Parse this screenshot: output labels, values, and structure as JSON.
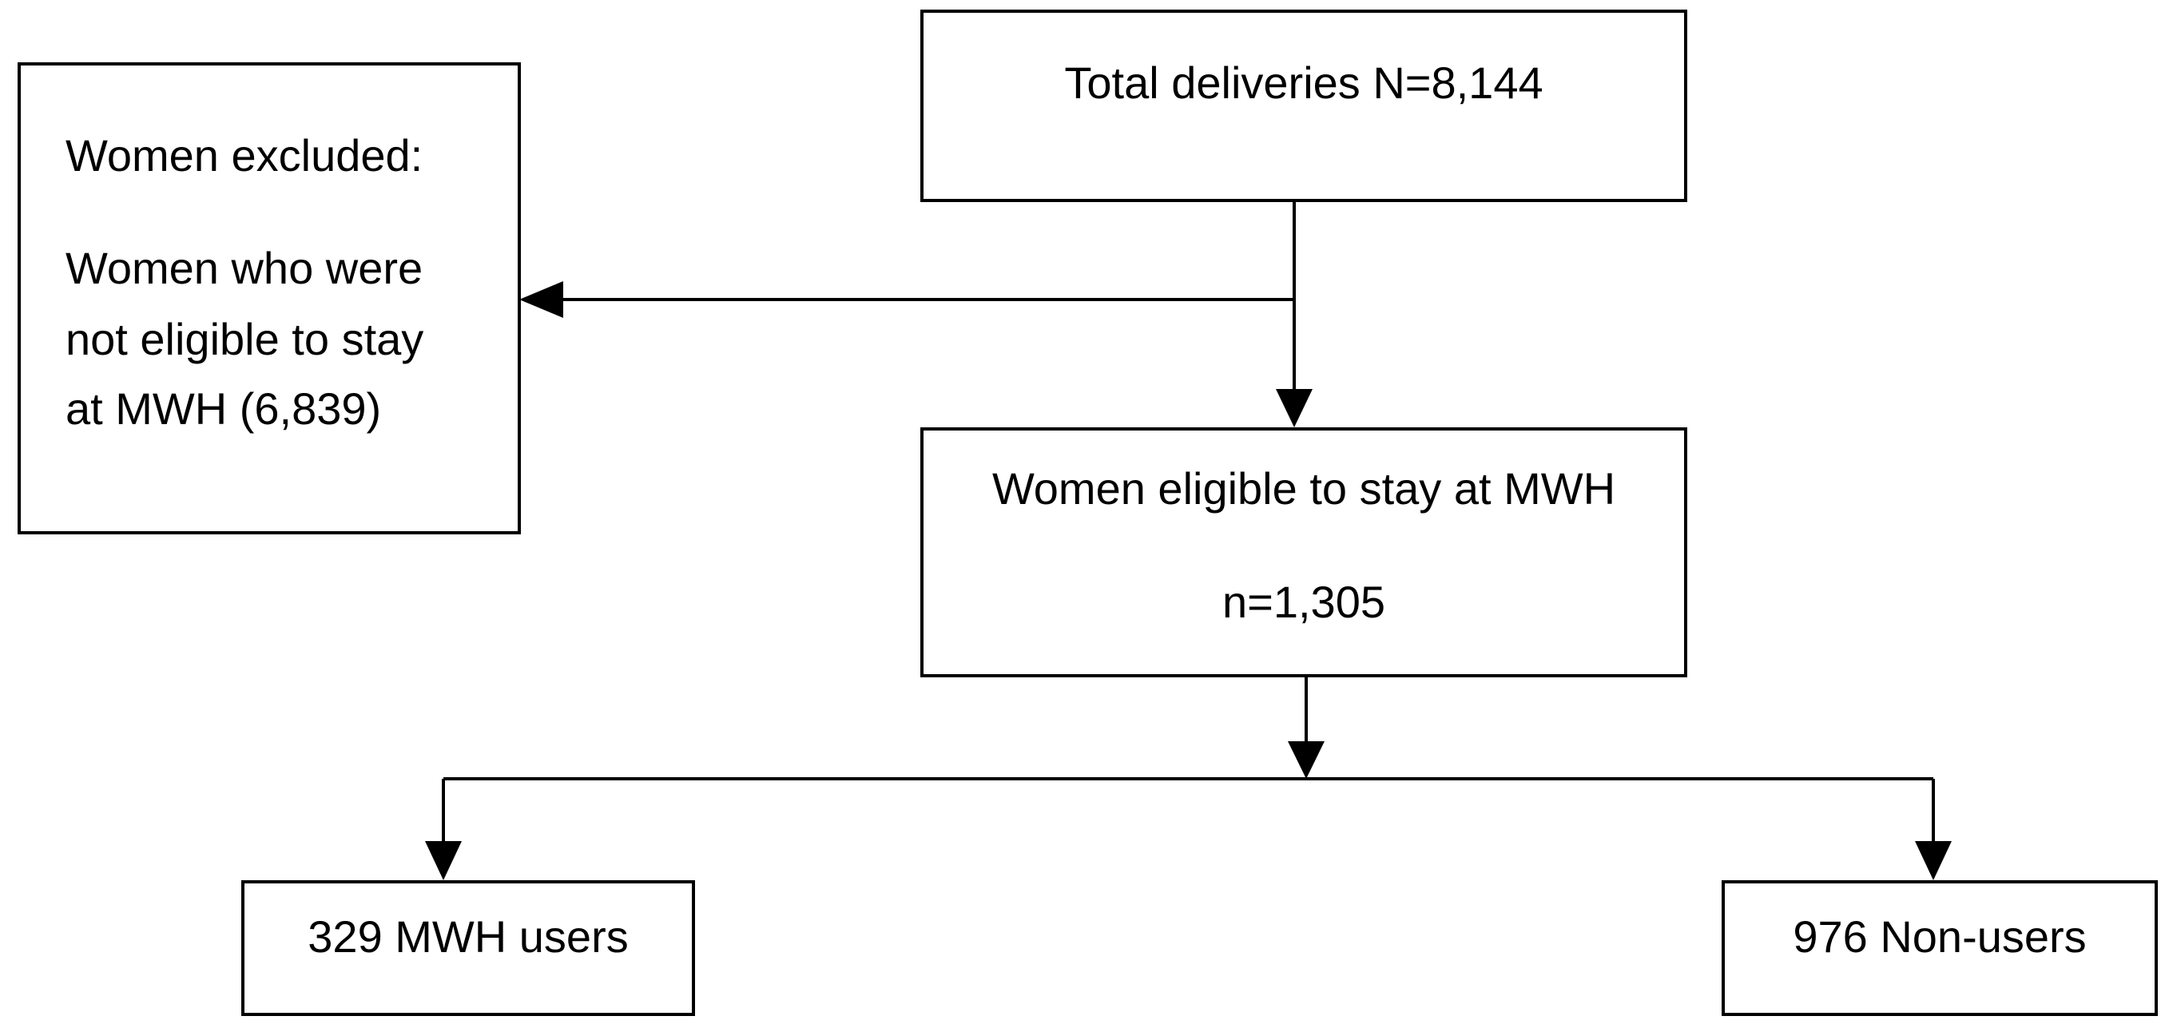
{
  "total": {
    "label": "Total deliveries N=8,144"
  },
  "excluded": {
    "heading": "Women excluded:",
    "lines": [
      "Women who were",
      "not eligible to stay",
      "at MWH (6,839)"
    ]
  },
  "eligible": {
    "label": "Women eligible to stay at MWH",
    "count": "n=1,305"
  },
  "users": {
    "label": "329 MWH users"
  },
  "nonusers": {
    "label": "976 Non-users"
  }
}
